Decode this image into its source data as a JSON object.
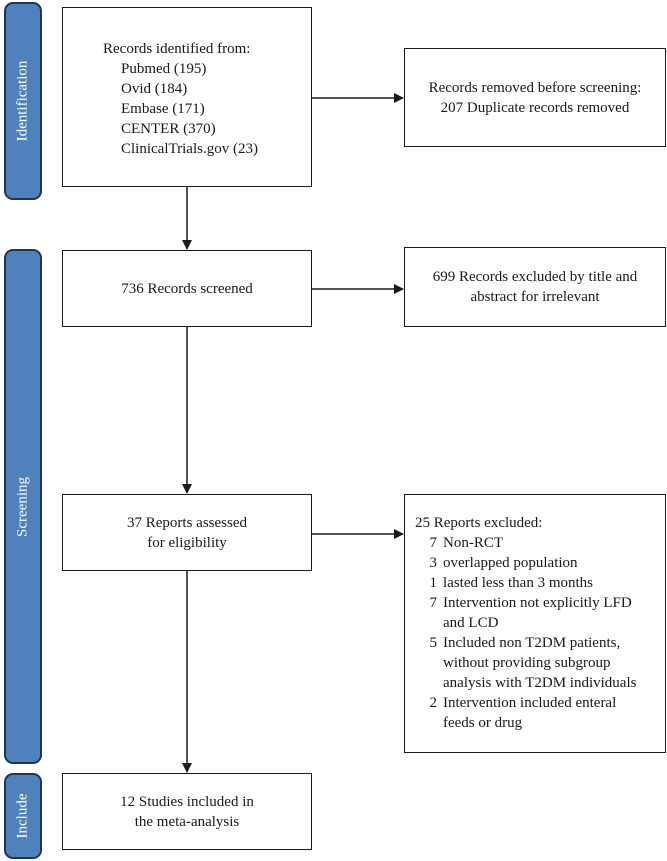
{
  "phases": {
    "identification": "Identification",
    "screening": "Screening",
    "include": "Include"
  },
  "identified": {
    "heading": "Records identified from:",
    "sources": [
      "Pubmed (195)",
      "Ovid (184)",
      "Embase (171)",
      "CENTER (370)",
      "ClinicalTrials.gov (23)"
    ]
  },
  "removed": {
    "line1": "Records removed before screening:",
    "line2": "207 Duplicate records removed"
  },
  "screened": "736 Records screened",
  "excluded_title": {
    "line1": "699 Records excluded by title and",
    "line2": "abstract for irrelevant"
  },
  "assessed": {
    "line1": "37 Reports assessed",
    "line2": "for eligibility"
  },
  "reports_excluded": {
    "heading": "25 Reports excluded:",
    "items": [
      {
        "count": "7",
        "lines": [
          "Non-RCT"
        ]
      },
      {
        "count": "3",
        "lines": [
          "overlapped population"
        ]
      },
      {
        "count": "1",
        "lines": [
          "lasted less than 3 months"
        ]
      },
      {
        "count": "7",
        "lines": [
          "Intervention not explicitly LFD",
          "and LCD"
        ]
      },
      {
        "count": "5",
        "lines": [
          "Included non T2DM patients,",
          "without providing subgroup",
          "analysis with T2DM individuals"
        ]
      },
      {
        "count": "2",
        "lines": [
          "Intervention included enteral",
          "feeds or drug"
        ]
      }
    ]
  },
  "included": {
    "line1": "12 Studies included in",
    "line2": "the meta-analysis"
  },
  "colors": {
    "phase_fill": "#4f81bd",
    "phase_border": "#1f3550",
    "line": "#1a1a1a"
  }
}
